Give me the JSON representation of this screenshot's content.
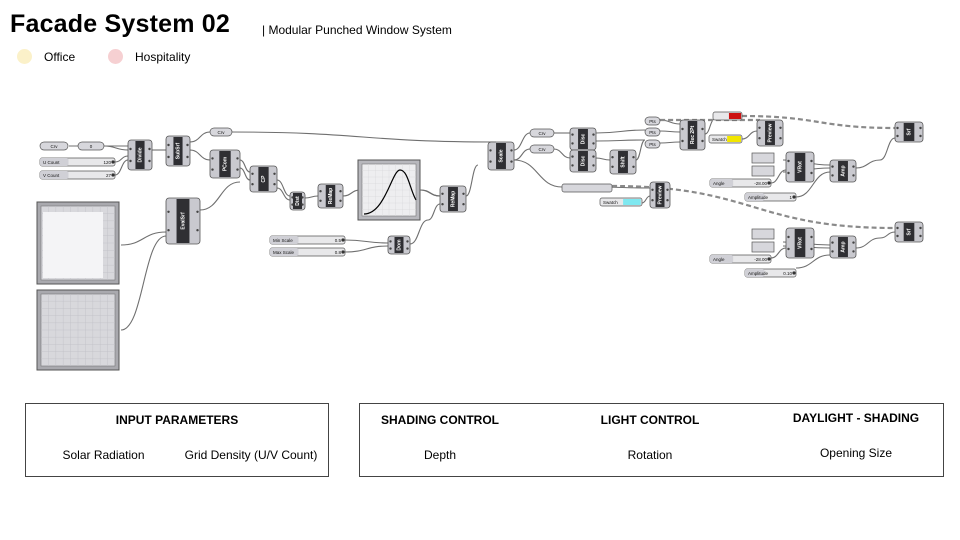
{
  "page": {
    "title": "Facade System 02",
    "subtitle": "| Modular Punched Window System"
  },
  "legend": [
    {
      "label": "Office",
      "color": "#fbf1c9"
    },
    {
      "label": "Hospitality",
      "color": "#f6d0d2"
    }
  ],
  "canvas": {
    "node_fill": "#c9c9cf",
    "node_dark": "#2f2f33",
    "wire_color": "#6f6f6f",
    "components": {
      "crv_1": "Crv",
      "pt_1": "0",
      "divide": "Divide",
      "subsrf": "SubSrf",
      "evalsrf": "EvalSrf",
      "pcom": "PCom",
      "cp": "CP",
      "dist": "Dist",
      "remap_1": "ReMap",
      "remap_2": "ReMap",
      "dom": "Dom",
      "scale": "Scale",
      "crv_2": "Crv",
      "crv_3": "Crv",
      "crv_4": "Crv",
      "disc_1": "Disc",
      "disc_2": "Disc",
      "shift": "Shift",
      "rec2pt": "Rec 2Pt",
      "preview_1": "Preview",
      "preview_2": "Preview",
      "vrot_1": "VRot",
      "vrot_2": "VRot",
      "amp_1": "Amp",
      "amp_2": "Amp",
      "srf_1": "Srf",
      "srf_2": "Srf",
      "pts_1": "Pts",
      "pts_2": "Pts",
      "pts_3": "Pts"
    },
    "sliders": {
      "u_count": {
        "label": "U Count",
        "value": "120"
      },
      "v_count": {
        "label": "V Count",
        "value": "27"
      },
      "min_scale": {
        "label": "Min Scale",
        "value": "0.5"
      },
      "max_scale": {
        "label": "Max Scale",
        "value": "0.8"
      },
      "angle_1": {
        "label": "Angle",
        "value": "-28.00"
      },
      "amplitude_1": {
        "label": "Amplitude",
        "value": "1"
      },
      "angle_2": {
        "label": "Angle",
        "value": "-28.00"
      },
      "amplitude_2": {
        "label": "Amplitude",
        "value": "0.10"
      }
    },
    "swatches": {
      "swatch_1": {
        "label": "Swatch",
        "color": "#f2e600"
      },
      "swatch_2": {
        "label": "Swatch",
        "color": "#7fe8f0"
      },
      "swatch_red": {
        "label": "",
        "color": "#cc1111"
      }
    }
  },
  "panels": {
    "input": {
      "heading": "INPUT PARAMETERS",
      "items": [
        "Solar Radiation",
        "Grid Density (U/V Count)"
      ]
    },
    "control": {
      "headings": [
        "SHADING CONTROL",
        "LIGHT CONTROL",
        "DAYLIGHT - SHADING"
      ],
      "items": [
        "Depth",
        "Rotation",
        "Opening Size"
      ]
    }
  }
}
